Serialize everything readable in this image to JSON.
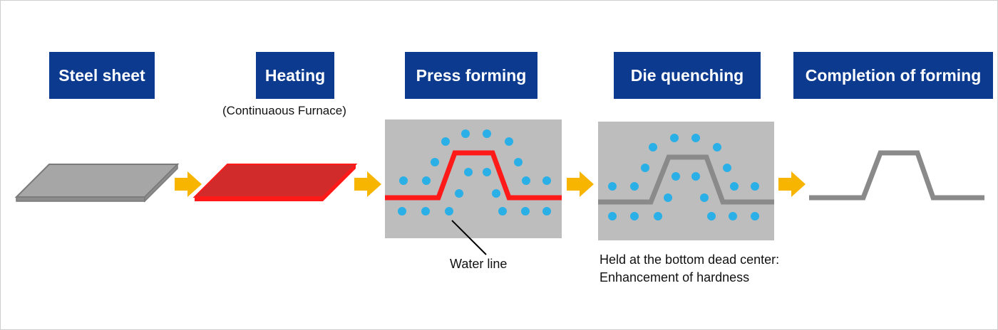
{
  "stages": [
    {
      "label": "Steel sheet"
    },
    {
      "label": "Heating"
    },
    {
      "label": "Press forming"
    },
    {
      "label": "Die quenching"
    },
    {
      "label": "Completion of forming"
    }
  ],
  "notes": {
    "heating": "(Continuaous Furnace)",
    "water_line": "Water line",
    "held_line1": "Held at the bottom dead center:",
    "held_line2": "Enhancement of hardness"
  },
  "colors": {
    "stage_bg": "#0b3a8f",
    "arrow": "#f7b500",
    "sheet": "#a6a6a6",
    "hot_sheet": "#d12b2b",
    "hot_line": "#ff1a1a",
    "water": "#2ab0e6",
    "die_bg": "#bdbdbd",
    "formed": "#8a8a8a"
  }
}
